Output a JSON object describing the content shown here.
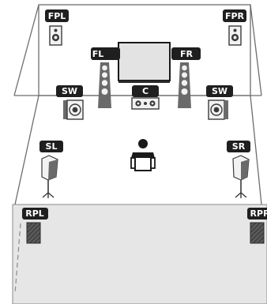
{
  "diagram": {
    "colors": {
      "label_bg": "#1f1f1f",
      "label_text": "#ffffff",
      "room_line": "#6d6d6d",
      "floor_back": "#e6e6e6",
      "speaker_face": "#f2f2f2",
      "speaker_dark": "#6a6a6a",
      "screen": "#e3e3e3",
      "presence_fill": "#5a5a5a"
    },
    "labels": {
      "fpl": "FPL",
      "fpr": "FPR",
      "fl": "FL",
      "fr": "FR",
      "c": "C",
      "sw_left": "SW",
      "sw_right": "SW",
      "sl": "SL",
      "sr": "SR",
      "rpl": "RPL",
      "rpr": "RPR"
    },
    "icons": {
      "front_presence": "bookshelf-speaker-icon",
      "front": "tower-speaker-icon",
      "center": "center-speaker-icon",
      "subwoofer": "subwoofer-icon",
      "surround": "wall-mount-speaker-icon",
      "rear_presence": "ceiling-speaker-icon",
      "listener": "listener-icon",
      "tv": "tv-screen-icon"
    }
  }
}
